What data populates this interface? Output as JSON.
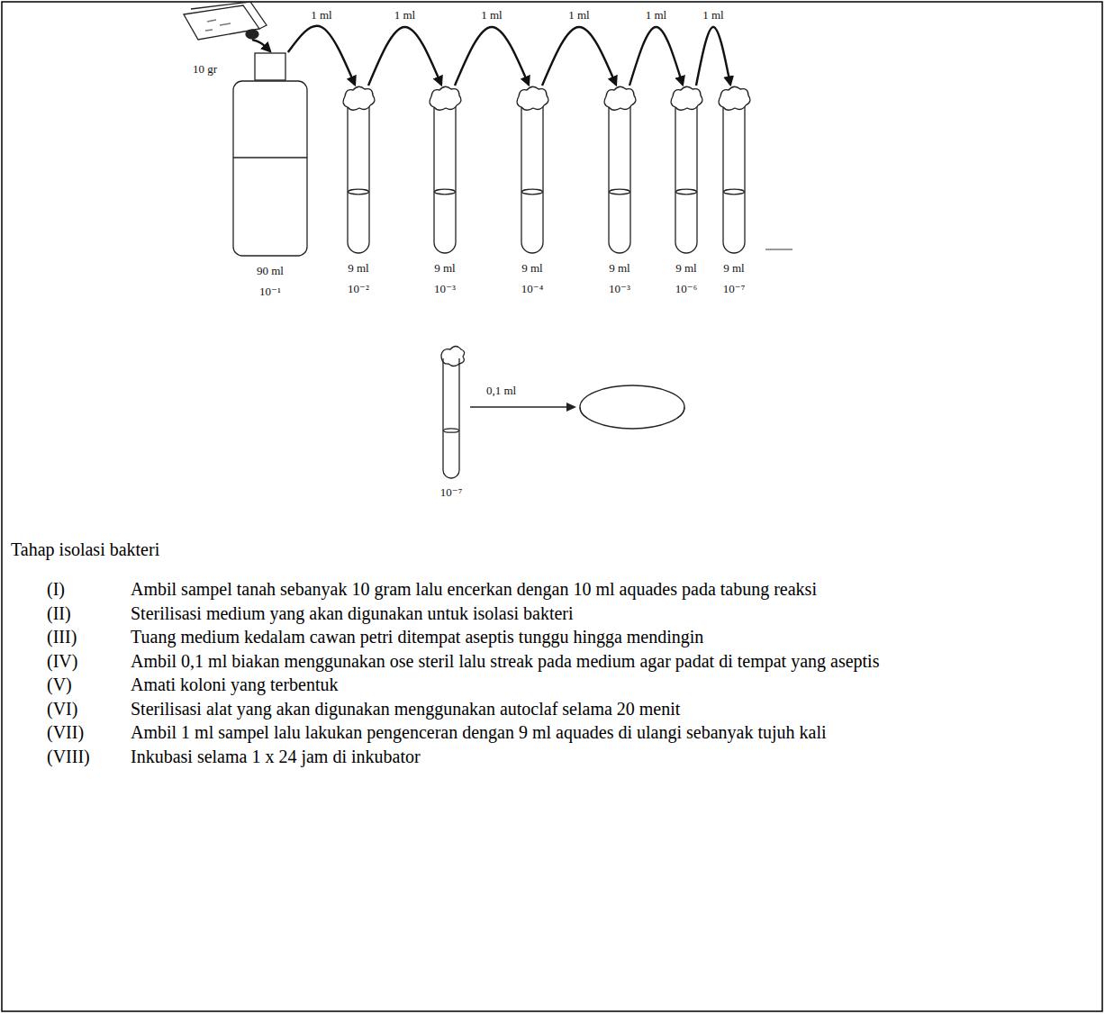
{
  "diagram": {
    "nodes": [
      {
        "text": [
          "10 gr"
        ]
      },
      {
        "text": [
          "90 ml",
          "10⁻¹"
        ]
      },
      {
        "text": [
          "9 ml",
          "10⁻²"
        ]
      },
      {
        "text": [
          "9 ml",
          "10⁻³"
        ]
      },
      {
        "text": [
          "9 ml",
          "10⁻⁴"
        ]
      },
      {
        "text": [
          "9 ml",
          "10⁻³"
        ]
      },
      {
        "text": [
          "9 ml",
          "10⁻⁶"
        ]
      },
      {
        "text": [
          "9 ml",
          "10⁻⁷"
        ]
      }
    ],
    "edges": [
      {
        "from": 0,
        "to": 1,
        "arrow": "to"
      },
      {
        "from": 1,
        "to": 2,
        "label": "1 ml",
        "arrow": "to"
      },
      {
        "from": 2,
        "to": 3,
        "label": "1 ml",
        "arrow": "to"
      },
      {
        "from": 3,
        "to": 4,
        "label": "1 ml",
        "arrow": "to"
      },
      {
        "from": 4,
        "to": 5,
        "label": "1 ml",
        "arrow": "to"
      },
      {
        "from": 5,
        "to": 6,
        "label": "1 ml",
        "arrow": "to"
      },
      {
        "from": 6,
        "to": 7,
        "label": "1 ml",
        "arrow": "to"
      }
    ],
    "labels": [
      "10⁻⁷",
      "0,1 ml",
      "Tahap isolasi bakteri",
      "(I)",
      "Ambil sampel tanah sebanyak 10 gram lalu encerkan dengan 10 ml aquades pada tabung reaksi",
      "(II)",
      "Sterilisasi medium yang akan digunakan untuk isolasi bakteri",
      "(III)",
      "Tuang medium kedalam cawan petri ditempat aseptis tunggu hingga mendingin",
      "(IV)",
      "Ambil 0,1 ml biakan menggunakan ose steril lalu streak pada medium agar padat di tempat yang aseptis",
      "(V)",
      "Amati koloni yang terbentuk",
      "(VI)",
      "Sterilisasi alat yang akan digunakan menggunakan autoclaf selama 20 menit",
      "(VII)",
      "Ambil 1 ml sampel lalu lakukan pengenceran dengan 9 ml aquades di ulangi sebanyak tujuh kali",
      "(VIII)",
      "Inkubasi selama 1 x 24 jam di inkubator"
    ]
  }
}
